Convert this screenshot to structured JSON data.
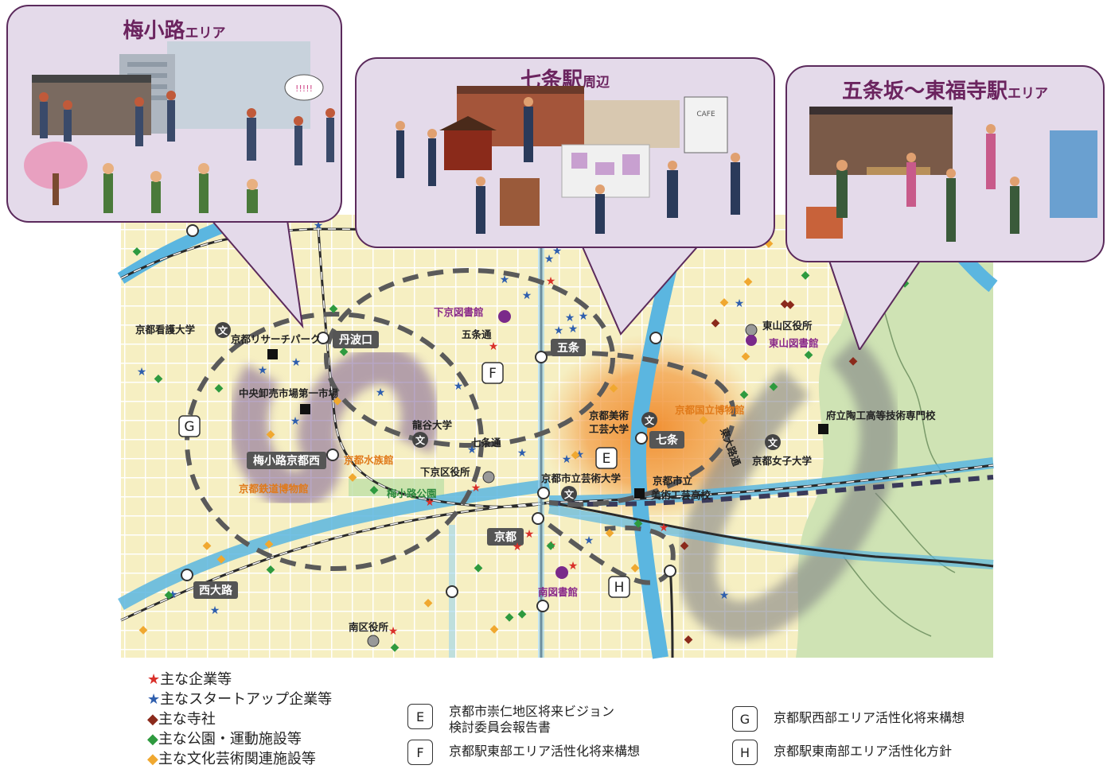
{
  "bubbles": {
    "umekoji": {
      "title_main": "梅小路",
      "title_sub": "エリア",
      "sign_text": "!!!!!"
    },
    "shichijo": {
      "title_main": "七条駅",
      "title_sub": "周辺",
      "sign_text": "CAFE"
    },
    "gojozaka": {
      "title_main": "五条坂～東福寺駅",
      "title_sub": "エリア"
    }
  },
  "map": {
    "stations": [
      {
        "id": "tambaguchi",
        "label": "丹波口"
      },
      {
        "id": "gojo",
        "label": "五条"
      },
      {
        "id": "umekoji-kyotonishi",
        "label": "梅小路京都西"
      },
      {
        "id": "shichijo",
        "label": "七条"
      },
      {
        "id": "kyoto",
        "label": "京都"
      },
      {
        "id": "nishioji",
        "label": "西大路"
      }
    ],
    "places": {
      "kyoto_nursing_univ": "京都看護大学",
      "research_park": "京都リサーチパーク",
      "central_market": "中央卸売市場第一市場",
      "ryukoku_univ": "龍谷大学",
      "shimogyo_library": "下京図書館",
      "gojo_dori": "五条通",
      "shichijo_dori": "七条通",
      "shimogyo_ward_office": "下京区役所",
      "kyoto_aquarium": "京都水族館",
      "railway_museum": "京都鉄道博物館",
      "umekoji_park": "梅小路公園",
      "city_arts_univ": "京都市立芸術大学",
      "city_arts_highschool_1": "京都市立",
      "city_arts_highschool_2": "美術工芸高校",
      "bijutsu_kogei_1": "京都美術",
      "bijutsu_kogei_2": "工芸大学",
      "national_museum": "京都国立博物館",
      "higashioji_dori": "東大路通",
      "higashiyama_ward_office": "東山区役所",
      "higashiyama_library": "東山図書館",
      "ceramics_school": "府立陶工高等技術専門校",
      "kyoto_womens_univ": "京都女子大学",
      "minami_library": "南図書館",
      "minami_ward_office": "南区役所"
    },
    "plan_markers": [
      "E",
      "F",
      "G",
      "H"
    ],
    "school_glyph": "文"
  },
  "legend": {
    "symbols": [
      {
        "glyph": "★",
        "color": "#d9302a",
        "label": "主な企業等"
      },
      {
        "glyph": "★",
        "color": "#2f5fae",
        "label": "主なスタートアップ企業等"
      },
      {
        "glyph": "◆",
        "color": "#8b2a1c",
        "label": "主な寺社"
      },
      {
        "glyph": "◆",
        "color": "#2e9a3f",
        "label": "主な公園・運動施設等"
      },
      {
        "glyph": "◆",
        "color": "#f0a830",
        "label": "主な文化芸術関連施設等"
      }
    ],
    "plans": [
      {
        "key": "E",
        "text": "京都市崇仁地区将来ビジョン\n検討委員会報告書"
      },
      {
        "key": "F",
        "text": "京都駅東部エリア活性化将来構想"
      },
      {
        "key": "G",
        "text": "京都駅西部エリア活性化将来構想"
      },
      {
        "key": "H",
        "text": "京都駅東南部エリア活性化方針"
      }
    ]
  },
  "colors": {
    "accent_purple": "#6b245f",
    "river_blue": "#5bb6e0",
    "map_background": "#f6efc2",
    "hills_green": "#cfe3b4",
    "orange_zone": "#f2a24a",
    "purple_zone": "#8a6a9a",
    "gray_zone": "#8d8d8d"
  }
}
